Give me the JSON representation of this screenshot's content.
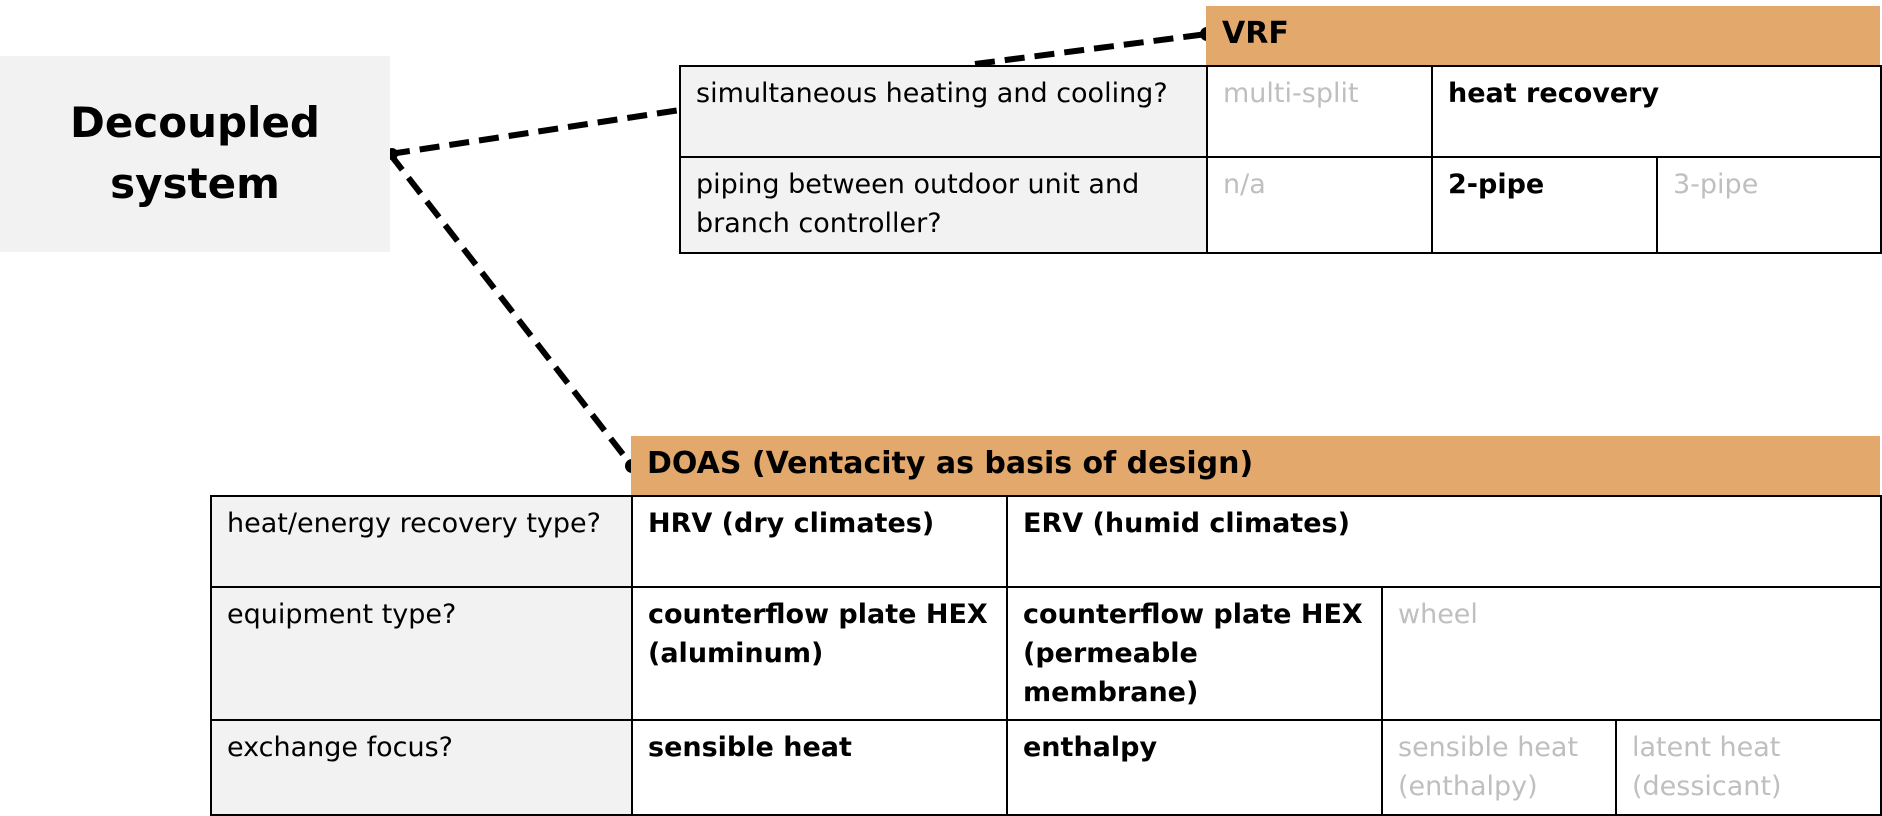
{
  "root": {
    "title_line1": "Decoupled",
    "title_line2": "system"
  },
  "vrf": {
    "header": "VRF",
    "rows": [
      {
        "question": "simultaneous heating and cooling?",
        "options": [
          {
            "label": "multi-split",
            "selected": false
          },
          {
            "label": "heat recovery",
            "selected": true
          }
        ]
      },
      {
        "question": "piping between outdoor unit and branch controller?",
        "options": [
          {
            "label": "n/a",
            "selected": false
          },
          {
            "label": "2-pipe",
            "selected": true
          },
          {
            "label": "3-pipe",
            "selected": false
          }
        ]
      }
    ]
  },
  "doas": {
    "header": "DOAS (Ventacity as basis of design)",
    "rows": [
      {
        "question": "heat/energy recovery type?",
        "options": [
          {
            "label": "HRV (dry climates)",
            "selected": true
          },
          {
            "label": "ERV (humid climates)",
            "selected": true
          }
        ]
      },
      {
        "question": "equipment type?",
        "options": [
          {
            "label": "counterflow plate HEX (aluminum)",
            "selected": true
          },
          {
            "label": "counterflow plate HEX (permeable membrane)",
            "selected": true
          },
          {
            "label": "wheel",
            "selected": false
          }
        ]
      },
      {
        "question": "exchange focus?",
        "options": [
          {
            "label": "sensible heat",
            "selected": true
          },
          {
            "label": "enthalpy",
            "selected": true
          },
          {
            "label": "sensible heat (enthalpy)",
            "selected": false
          },
          {
            "label": "latent heat (dessicant)",
            "selected": false
          }
        ]
      }
    ]
  },
  "colors": {
    "header_fill": "#e3a86b",
    "question_fill": "#f2f2f2",
    "unselected_text": "#bfbfbf",
    "selected_text": "#000000"
  }
}
